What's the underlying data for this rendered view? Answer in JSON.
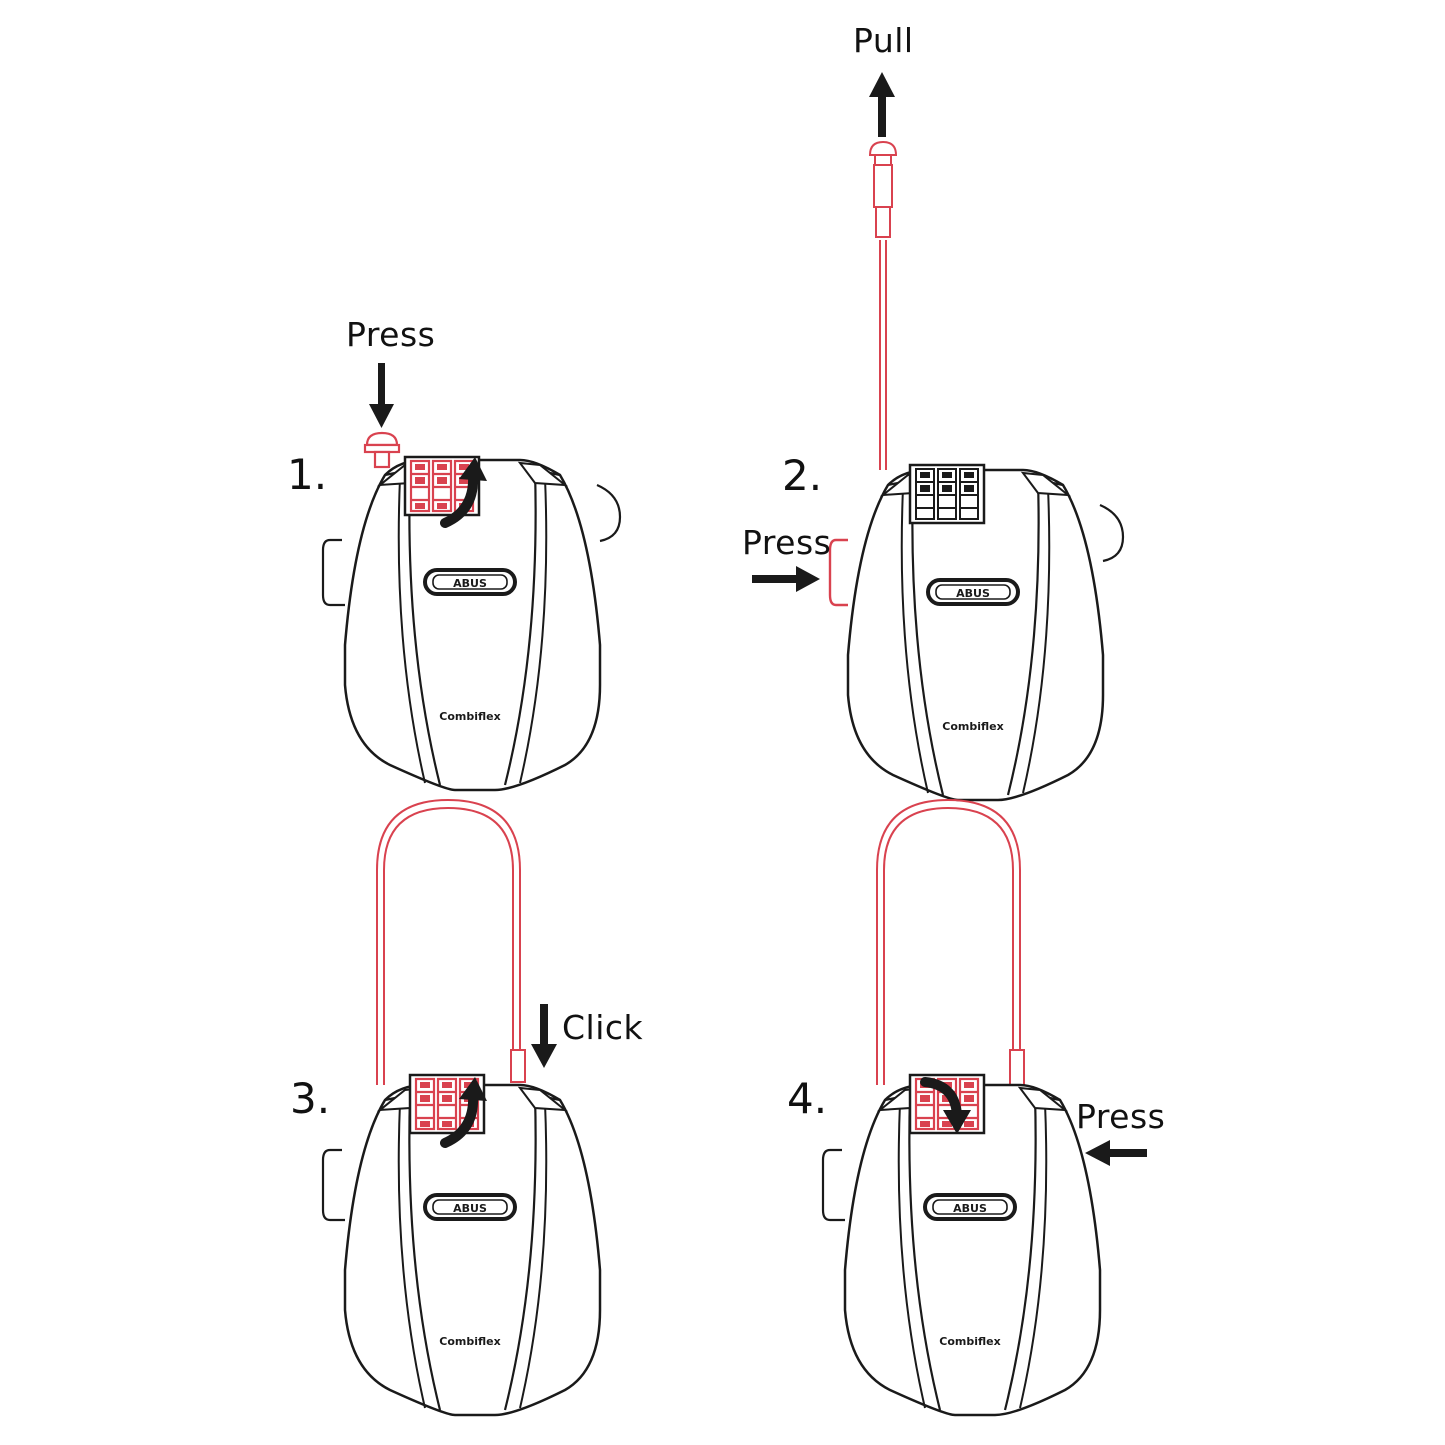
{
  "diagram": {
    "type": "instruction-steps",
    "product_name": "Combiflex",
    "brand_badge": "ABUS",
    "colors": {
      "outline": "#1a1a1a",
      "accent_red": "#d9424f",
      "arrow": "#1a1a1a",
      "background": "#ffffff"
    },
    "steps": [
      {
        "number": "1.",
        "label": "Press",
        "action": "press-top-button",
        "dial_state": "red",
        "dial_arrow": "up"
      },
      {
        "number": "2.",
        "label": "Press",
        "label2": "Pull",
        "action": "press-side-button-pull-cable",
        "dial_state": "black"
      },
      {
        "number": "3.",
        "label": "Click",
        "action": "insert-cable-click",
        "dial_state": "red",
        "dial_arrow": "up"
      },
      {
        "number": "4.",
        "label": "Press",
        "action": "scramble-and-press",
        "dial_state": "red",
        "dial_arrow": "down"
      }
    ]
  }
}
